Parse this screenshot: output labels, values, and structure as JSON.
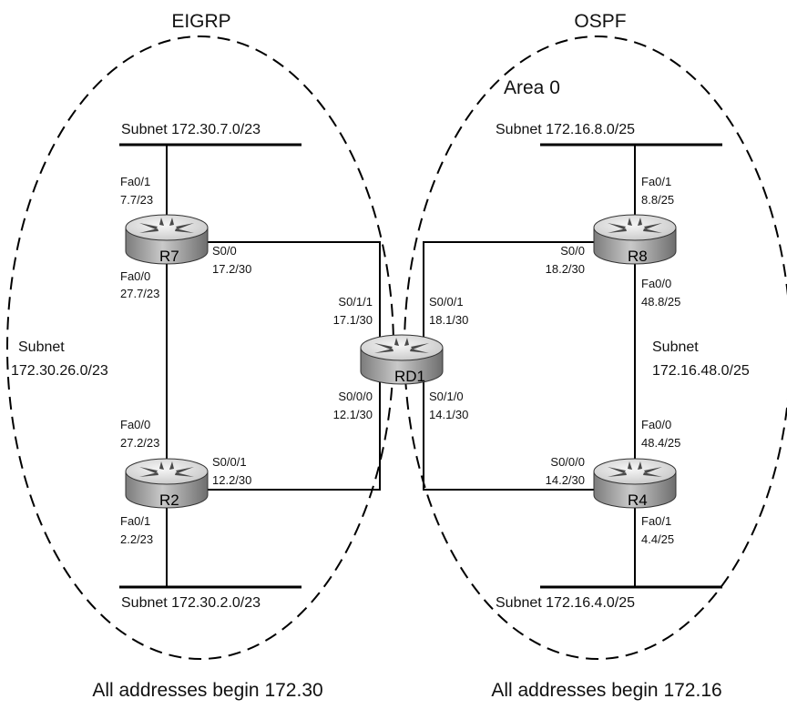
{
  "domains": {
    "left": {
      "protocol": "EIGRP",
      "footer": "All addresses begin 172.30"
    },
    "right": {
      "protocol": "OSPF",
      "area": "Area 0",
      "footer": "All addresses begin 172.16"
    }
  },
  "routers": {
    "R7": {
      "name": "R7"
    },
    "R2": {
      "name": "R2"
    },
    "RD1": {
      "name": "RD1"
    },
    "R8": {
      "name": "R8"
    },
    "R4": {
      "name": "R4"
    }
  },
  "subnets": {
    "r7_lan": "Subnet 172.30.7.0/23",
    "r2_lan": "Subnet 172.30.2.0/23",
    "eigrp_mid_line1": "Subnet",
    "eigrp_mid_line2": "172.30.26.0/23",
    "r8_lan": "Subnet 172.16.8.0/25",
    "r4_lan": "Subnet 172.16.4.0/25",
    "ospf_mid_line1": "Subnet",
    "ospf_mid_line2": "172.16.48.0/25"
  },
  "interfaces": {
    "r7_fa01": {
      "name": "Fa0/1",
      "addr": "7.7/23"
    },
    "r7_fa00": {
      "name": "Fa0/0",
      "addr": "27.7/23"
    },
    "r7_s00": {
      "name": "S0/0",
      "addr": "17.2/30"
    },
    "r2_fa00": {
      "name": "Fa0/0",
      "addr": "27.2/23"
    },
    "r2_fa01": {
      "name": "Fa0/1",
      "addr": "2.2/23"
    },
    "r2_s001": {
      "name": "S0/0/1",
      "addr": "12.2/30"
    },
    "rd1_s011": {
      "name": "S0/1/1",
      "addr": "17.1/30"
    },
    "rd1_s000": {
      "name": "S0/0/0",
      "addr": "12.1/30"
    },
    "rd1_s001": {
      "name": "S0/0/1",
      "addr": "18.1/30"
    },
    "rd1_s010": {
      "name": "S0/1/0",
      "addr": "14.1/30"
    },
    "r8_s00": {
      "name": "S0/0",
      "addr": "18.2/30"
    },
    "r8_fa01": {
      "name": "Fa0/1",
      "addr": "8.8/25"
    },
    "r8_fa00": {
      "name": "Fa0/0",
      "addr": "48.8/25"
    },
    "r4_s000": {
      "name": "S0/0/0",
      "addr": "14.2/30"
    },
    "r4_fa00": {
      "name": "Fa0/0",
      "addr": "48.4/25"
    },
    "r4_fa01": {
      "name": "Fa0/1",
      "addr": "4.4/25"
    }
  },
  "colors": {
    "router_top": "#e6e6e6",
    "router_body": "#9a9a9a",
    "line": "#000000"
  }
}
